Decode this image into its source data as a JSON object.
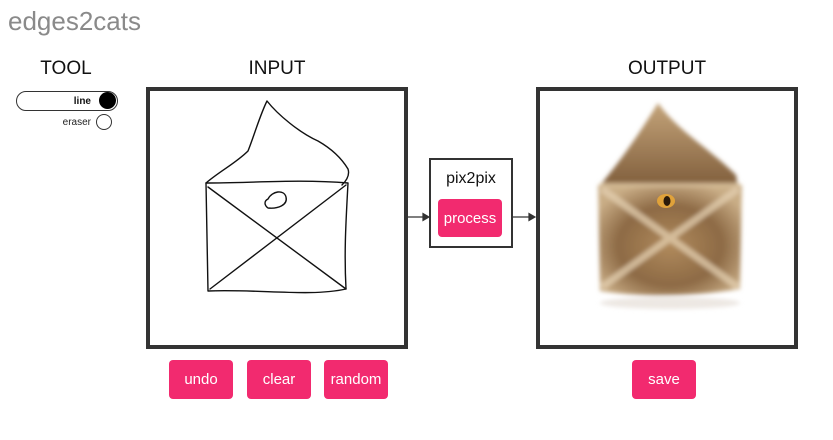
{
  "app": {
    "title": "edges2cats"
  },
  "tool": {
    "label": "TOOL",
    "options": [
      {
        "label": "line",
        "selected": true
      },
      {
        "label": "eraser",
        "selected": false
      }
    ]
  },
  "input": {
    "label": "INPUT"
  },
  "output": {
    "label": "OUTPUT"
  },
  "model": {
    "name": "pix2pix",
    "process_label": "process"
  },
  "actions": {
    "undo": "undo",
    "clear": "clear",
    "random": "random",
    "save": "save"
  },
  "colors": {
    "accent": "#f22a6f",
    "frame": "#333333",
    "title": "#8a8a8a"
  }
}
